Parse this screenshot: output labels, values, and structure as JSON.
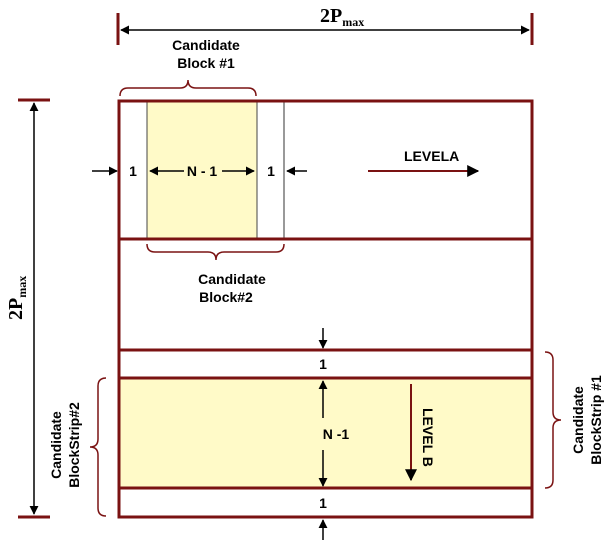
{
  "colors": {
    "frame": "#7a1212",
    "highlight": "#fffac8",
    "arrow": "#000000",
    "background": "#ffffff"
  },
  "dimensions": {
    "width_label_main": "2P",
    "width_label_sub": "max",
    "height_label_main": "2P",
    "height_label_sub": "max"
  },
  "level_a": {
    "label": "LEVELA",
    "margin_left": "1",
    "margin_right": "1",
    "block_size": "N - 1",
    "candidate_block_1": [
      "Candidate",
      "Block #1"
    ],
    "candidate_block_2": [
      "Candidate",
      "Block#2"
    ]
  },
  "level_b": {
    "label": "LEVEL B",
    "margin_top": "1",
    "margin_bottom": "1",
    "strip_size": "N -1",
    "candidate_strip_1": [
      "Candidate",
      "BlockStrip #1"
    ],
    "candidate_strip_2": [
      "Candidate",
      "BlockStrip#2"
    ]
  }
}
